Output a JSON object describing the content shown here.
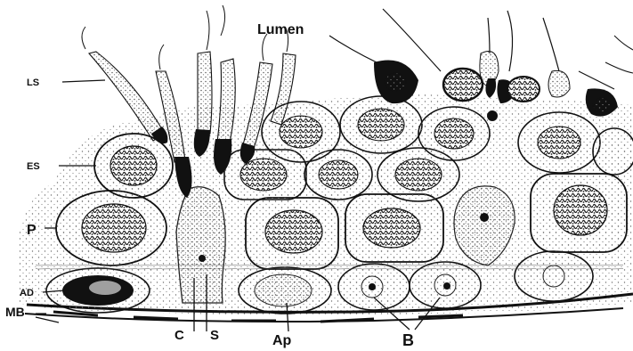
{
  "colors": {
    "ink": "#111111",
    "paper": "#ffffff",
    "stipple": "#7a7a7a",
    "chromatin": "#2a2a2a"
  },
  "labels": {
    "lumen": "Lumen",
    "ls": "LS",
    "es": "ES",
    "p": "P",
    "ad": "AD",
    "mb": "MB",
    "c": "C",
    "s": "S",
    "ap": "Ap",
    "b": "B"
  }
}
